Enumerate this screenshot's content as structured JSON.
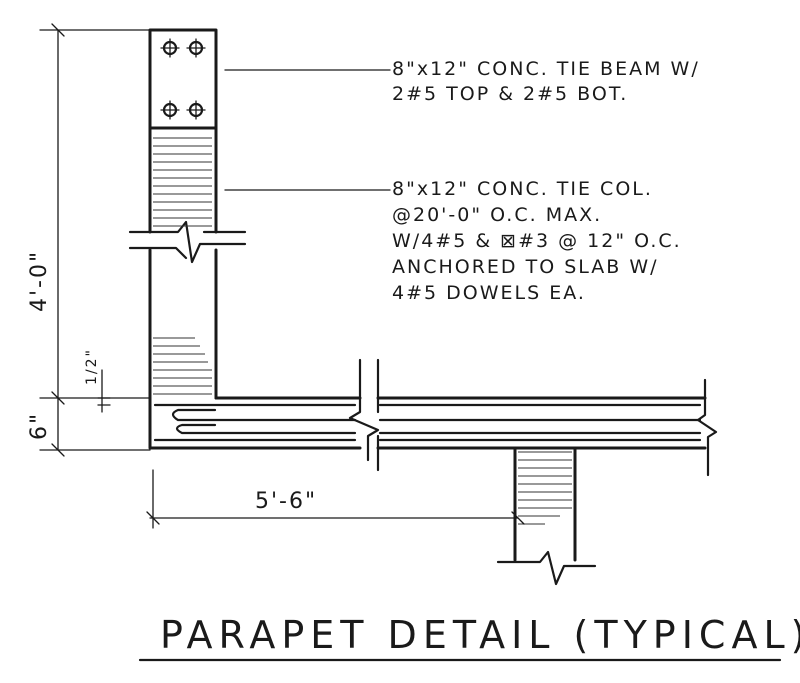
{
  "notes": {
    "tie_beam_line1": "8\"x12\" CONC. TIE BEAM W/",
    "tie_beam_line2": "2#5 TOP & 2#5 BOT.",
    "tie_col_line1": "8\"x12\" CONC. TIE COL.",
    "tie_col_line2": "@20'-0\" O.C. MAX.",
    "tie_col_line3": "W/4#5 & ⊠#3 @ 12\" O.C.",
    "tie_col_line4": "ANCHORED TO SLAB W/",
    "tie_col_line5": "4#5 DOWELS EA."
  },
  "dimensions": {
    "parapet_height": "4'-0\"",
    "slab_thickness": "6\"",
    "offset": "1/2\"",
    "span": "5'-6\""
  },
  "title": "PARAPET DETAIL (TYPICAL)"
}
